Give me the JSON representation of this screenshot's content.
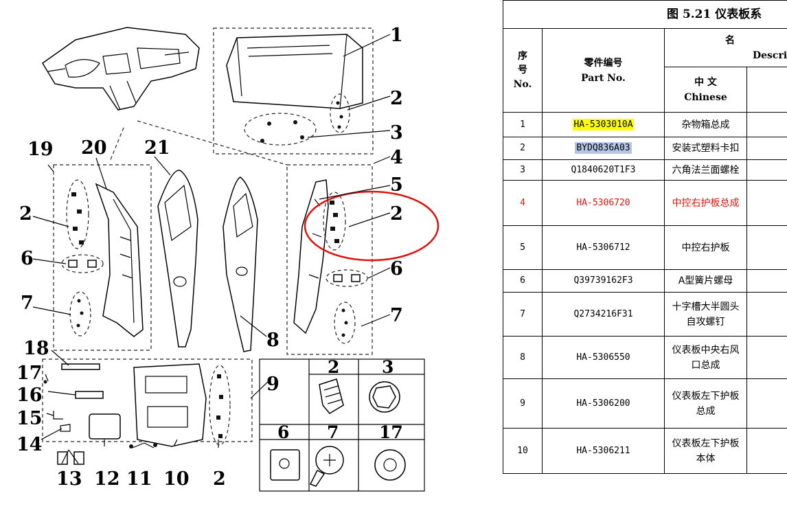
{
  "callouts": [
    "1",
    "2",
    "3",
    "19",
    "20",
    "21",
    "4",
    "5",
    "2",
    "2",
    "6",
    "6",
    "7",
    "7",
    "8",
    "18",
    "17",
    "16",
    "9",
    "15",
    "14",
    "13",
    "12",
    "11",
    "10",
    "2"
  ],
  "inset": {
    "row1": [
      "2",
      "3"
    ],
    "row2": [
      "6",
      "7",
      "17"
    ]
  },
  "table": {
    "title": "图 5.21 仪表板系",
    "header": {
      "seq_cn": "序号",
      "seq_en": "No.",
      "part_cn": "零件编号",
      "part_en": "Part No.",
      "name_cn": "名",
      "name_en": "Descri",
      "chinese_cn": "中 文",
      "chinese_en": "Chinese"
    },
    "rows": [
      {
        "no": "1",
        "part": "HA-5303010A",
        "name": "杂物箱总成",
        "red": false,
        "hl": "yellow"
      },
      {
        "no": "2",
        "part": "BYDQ836A03",
        "name": "安装式塑料卡扣",
        "red": false,
        "hl": "blue"
      },
      {
        "no": "3",
        "part": "Q1840620T1F3",
        "name": "六角法兰面螺栓",
        "red": false,
        "hl": ""
      },
      {
        "no": "4",
        "part": "HA-5306720",
        "name": "中控右护板总成",
        "red": true,
        "hl": ""
      },
      {
        "no": "5",
        "part": "HA-5306712",
        "name": "中控右护板",
        "red": false,
        "hl": ""
      },
      {
        "no": "6",
        "part": "Q39739162F3",
        "name": "A型簧片螺母",
        "red": false,
        "hl": ""
      },
      {
        "no": "7",
        "part": "Q2734216F31",
        "name": "十字槽大半圆头自攻螺钉",
        "red": false,
        "hl": ""
      },
      {
        "no": "8",
        "part": "HA-5306550",
        "name": "仪表板中央右风口总成",
        "red": false,
        "hl": ""
      },
      {
        "no": "9",
        "part": "HA-5306200",
        "name": "仪表板左下护板总成",
        "red": false,
        "hl": ""
      },
      {
        "no": "10",
        "part": "HA-5306211",
        "name": "仪表板左下护板本体",
        "red": false,
        "hl": ""
      }
    ]
  }
}
